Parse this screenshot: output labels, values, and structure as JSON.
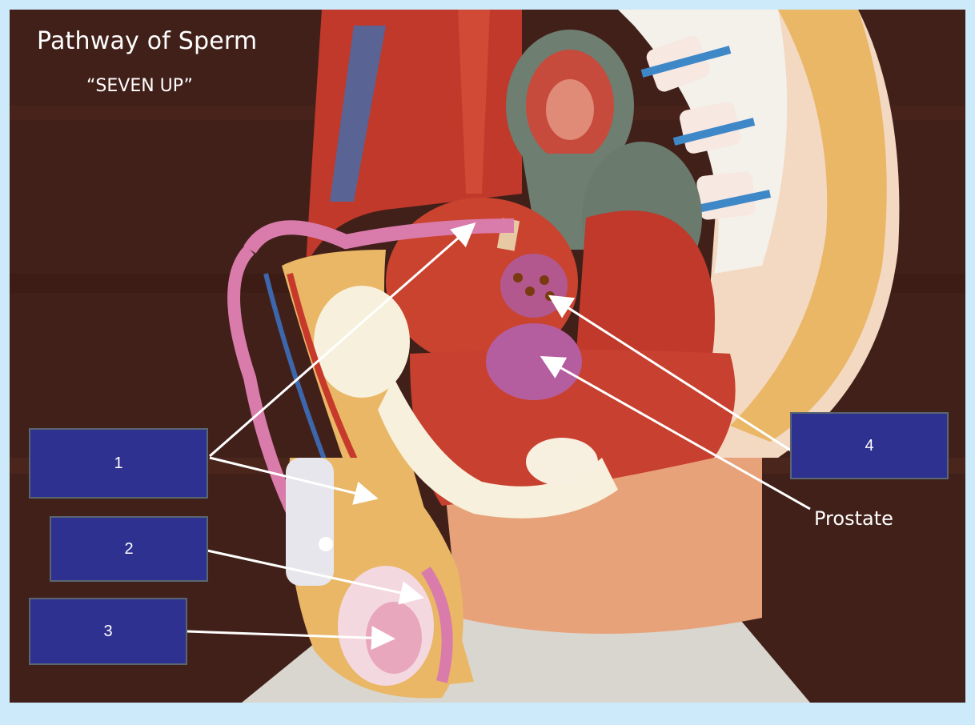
{
  "header": {
    "title": "Pathway of Sperm",
    "subtitle": "“SEVEN UP”"
  },
  "labels": {
    "box1": "1",
    "box2": "2",
    "box3": "3",
    "box4": "4",
    "prostate": "Prostate"
  },
  "colors": {
    "frame": "#cdeafa",
    "label_box": "#2e3190",
    "leader_line": "#ffffff"
  }
}
